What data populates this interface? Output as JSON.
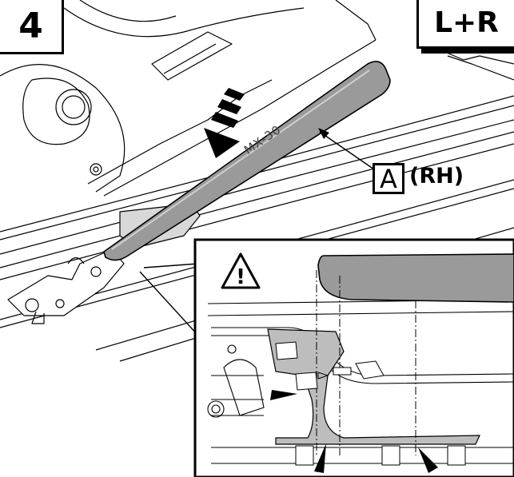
{
  "step_number": "4",
  "side_label": "L+R",
  "part_letter": "A",
  "part_side": "(RH)",
  "embossed_text": "MX-30",
  "warning_symbol": "!",
  "icons": [
    "warning-triangle-icon",
    "down-arrow-icon",
    "arrowhead-icon"
  ],
  "colors": {
    "line": "#000000",
    "part_fill": "#9a9a9a",
    "bracket_fill": "#bdbdbd",
    "bg": "#ffffff"
  }
}
